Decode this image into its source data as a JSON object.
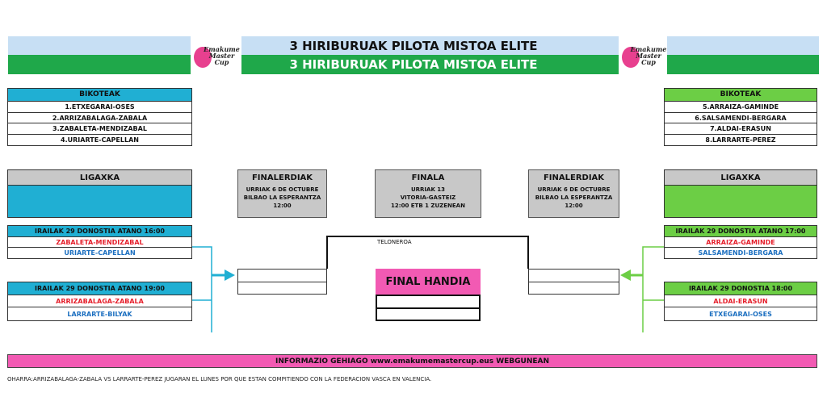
{
  "header": {
    "title_top": "3 HIRIBURUAK PILOTA MISTOA ELITE",
    "title_bottom": "3 HIRIBURUAK PILOTA MISTOA ELITE",
    "logo_text": [
      "Emakume",
      "Master",
      "Cup"
    ]
  },
  "left": {
    "pairs_title": "BIKOTEAK",
    "pairs": [
      "1.ETXEGARAI-OSES",
      "2.ARRIZABALAGA-ZABALA",
      "3.ZABALETA-MENDIZABAL",
      "4.URIARTE-CAPELLAN"
    ],
    "league_title": "LIGAXKA",
    "match1": {
      "header": "IRAILAK 29 DONOSTIA ATANO 16:00",
      "team_a": "ZABALETA-MENDIZABAL",
      "team_b": "URIARTE-CAPELLAN"
    },
    "match2": {
      "header": "IRAILAK 29 DONOSTIA ATANO 19:00",
      "team_a": "ARRIZABALAGA-ZABALA",
      "team_b": "LARRARTE-BILYAK"
    }
  },
  "right": {
    "pairs_title": "BIKOTEAK",
    "pairs": [
      "5.ARRAIZA-GAMINDE",
      "6.SALSAMENDI-BERGARA",
      "7.ALDAI-ERASUN",
      "8.LARRARTE-PEREZ"
    ],
    "league_title": "LIGAXKA",
    "match1": {
      "header": "IRAILAK 29 DONOSTIA ATANO 17:00",
      "team_a": "ARRAIZA-GAMINDE",
      "team_b": "SALSAMENDI-BERGARA"
    },
    "match2": {
      "header": "IRAILAK 29 DONOSTIA 18:00",
      "team_a": "ALDAI-ERASUN",
      "team_b": "ETXEGARAI-OSES"
    }
  },
  "semi_left": {
    "title": "FINALERDIAK",
    "line1": "URRIAK 6 DE OCTUBRE",
    "line2": "BILBAO LA ESPERANTZA",
    "line3": "12:00"
  },
  "final": {
    "title": "FINALA",
    "line1": "URRIAK 13",
    "line2": "VITORIA-GASTEIZ",
    "line3": "12:00 ETB 1 ZUZENEAN"
  },
  "semi_right": {
    "title": "FINALERDIAK",
    "line1": "URRIAK 6 DE OCTUBRE",
    "line2": "BILBAO LA ESPERANTZA",
    "line3": "12:00"
  },
  "teloneroa": "TELONEROA",
  "final_handia": "FINAL HANDIA",
  "info_bar": "INFORMAZIO GEHIAGO  www.emakumemastercup.eus WEBGUNEAN",
  "footnote": "OHARRA:ARRIZABALAGA-ZABALA VS LARRARTE-PEREZ JUGARAN EL LUNES POR QUE ESTAN COMPITIENDO CON LA FEDERACION VASCA EN VALENCIA.",
  "colors": {
    "cyan": "#20afd3",
    "green": "#6cce45",
    "pink": "#f25ab3",
    "header_green": "#1fa84a",
    "header_blue": "#c7dff4"
  }
}
